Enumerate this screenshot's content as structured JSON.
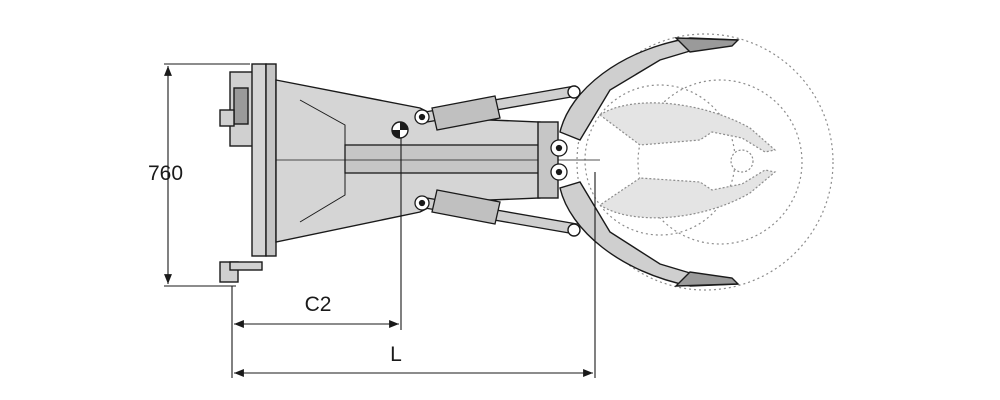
{
  "dimensions": {
    "height_label": "760",
    "center_label": "C2",
    "length_label": "L"
  },
  "colors": {
    "line": "#1a1a1a",
    "body_fill": "#d5d5d5",
    "arm_fill": "#cfcfcf",
    "dark_fill": "#9a9a9a",
    "ghost_fill": "#e4e4e4",
    "dotted": "#8c8c8c"
  }
}
